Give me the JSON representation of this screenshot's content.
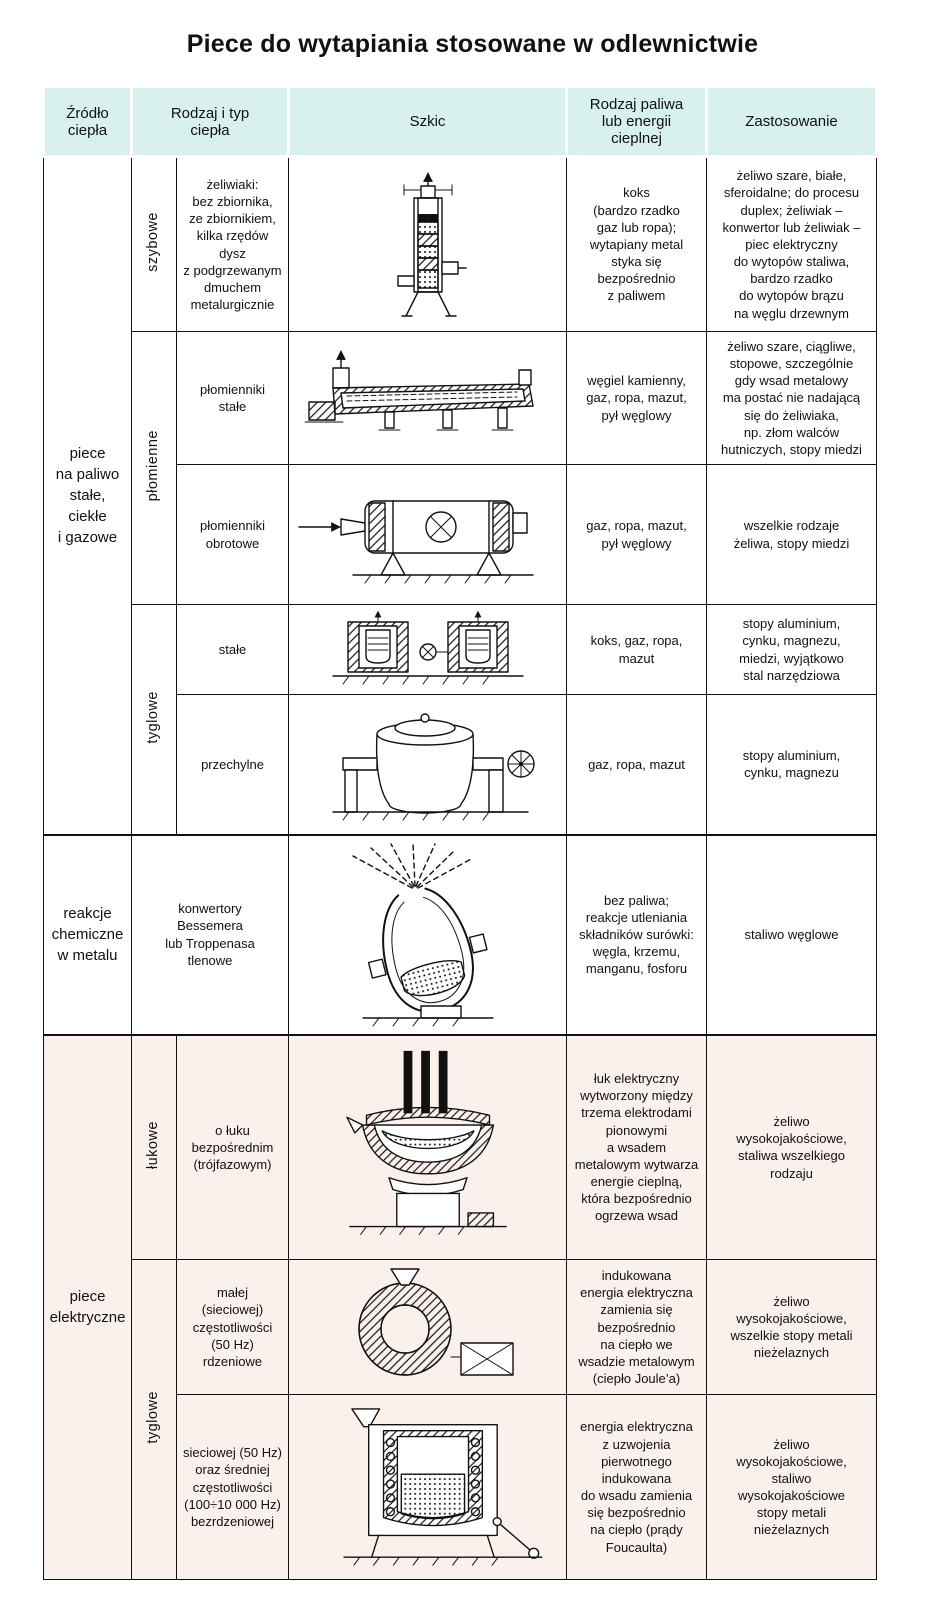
{
  "title": "Piece do wytapiania stosowane w odlewnictwie",
  "colors": {
    "header_bg": "#d8f1ee",
    "electric_bg": "#faf0ec",
    "ink": "#111111"
  },
  "header": {
    "source": "Źródło\nciepła",
    "type": "Rodzaj i typ\nciepła",
    "sketch": "Szkic",
    "fuel": "Rodzaj paliwa\nlub energii\ncieplnej",
    "application": "Zastosowanie"
  },
  "sections": [
    {
      "source": "piece\nna paliwo\nstałe,\nciekłe\ni gazowe",
      "families": [
        {
          "name": "szybowe",
          "types": [
            {
              "type": "żeliwiaki:\nbez zbiornika,\nze zbiornikiem,\nkilka rzędów dysz\nz podgrzewanym\ndmuchem\nmetalurgicznie",
              "sketch": "cupola-shaft-furnace",
              "fuel": "koks\n(bardzo rzadko\ngaz lub ropa);\nwytapiany metal\nstyka się\nbezpośrednio\nz paliwem",
              "application": "żeliwo szare, białe,\nsferoidalne; do procesu\nduplex; żeliwiak –\nkonwertor lub żeliwiak –\npiec elektryczny\ndo wytopów staliwa,\nbardzo rzadko\ndo wytopów brązu\nna węglu drzewnym"
            }
          ]
        },
        {
          "name": "płomienne",
          "types": [
            {
              "type": "płomienniki\nstałe",
              "sketch": "stationary-reverberatory-furnace",
              "fuel": "węgiel kamienny,\ngaz, ropa, mazut,\npył węglowy",
              "application": "żeliwo szare, ciągliwe,\nstopowe, szczególnie\ngdy wsad metalowy\nma postać nie nadającą\nsię do żeliwiaka,\nnp. złom walców\nhutniczych, stopy miedzi"
            },
            {
              "type": "płomienniki\nobrotowe",
              "sketch": "rotary-furnace",
              "fuel": "gaz, ropa, mazut,\npył węglowy",
              "application": "wszelkie rodzaje\nżeliwa, stopy miedzi"
            }
          ]
        },
        {
          "name": "tyglowe",
          "types": [
            {
              "type": "stałe",
              "sketch": "stationary-crucible-furnaces",
              "fuel": "koks, gaz, ropa,\nmazut",
              "application": "stopy aluminium,\ncynku, magnezu,\nmiedzi, wyjątkowo\nstal narzędziowa"
            },
            {
              "type": "przechylne",
              "sketch": "tilting-crucible-furnace",
              "fuel": "gaz, ropa, mazut",
              "application": "stopy aluminium,\ncynku, magnezu"
            }
          ]
        }
      ]
    },
    {
      "source": "reakcje\nchemiczne\nw metalu",
      "families": [
        {
          "name": "",
          "types": [
            {
              "type": "konwertory\nBessemera\nlub Troppenasa\ntlenowe",
              "sketch": "bessemer-converter",
              "fuel": "bez paliwa;\nreakcje utleniania\nskładników surówki:\nwęgla, krzemu,\nmanganu, fosforu",
              "application": "staliwo węglowe"
            }
          ]
        }
      ]
    },
    {
      "source": "piece\nelektryczne",
      "families": [
        {
          "name": "łukowe",
          "types": [
            {
              "type": "o łuku\nbezpośrednim\n(trójfazowym)",
              "sketch": "direct-arc-furnace",
              "fuel": "łuk elektryczny\nwytworzony między\ntrzema elektrodami\npionowymi\na wsadem\nmetalowym wytwarza\nenergie cieplną,\nktóra bezpośrednio\nogrzewa wsad",
              "application": "żeliwo\nwysokojakościowe,\nstaliwa wszelkiego\nrodzaju"
            }
          ]
        },
        {
          "name": "tyglowe",
          "types": [
            {
              "type": "małej\n(sieciowej)\nczęstotliwości\n(50 Hz)\nrdzeniowe",
              "sketch": "core-induction-furnace",
              "fuel": "indukowana\nenergia elektryczna\nzamienia się\nbezpośrednio\nna ciepło we\nwsadzie metalowym\n(ciepło Joule’a)",
              "application": "żeliwo\nwysokojakościowe,\nwszelkie stopy metali\nnieżelaznych"
            },
            {
              "type": "sieciowej (50 Hz)\noraz średniej\nczęstotliwości\n(100÷10 000 Hz)\nbezrdzeniowej",
              "sketch": "coreless-induction-furnace",
              "fuel": "energia elektryczna\nz uzwojenia\npierwotnego\nindukowana\ndo wsadu zamienia\nsię bezpośrednio\nna ciepło (prądy\nFoucaulta)",
              "application": "żeliwo\nwysokojakościowe,\nstaliwo\nwysokojakościowe\nstopy metali\nnieżelaznych"
            }
          ]
        }
      ]
    }
  ]
}
